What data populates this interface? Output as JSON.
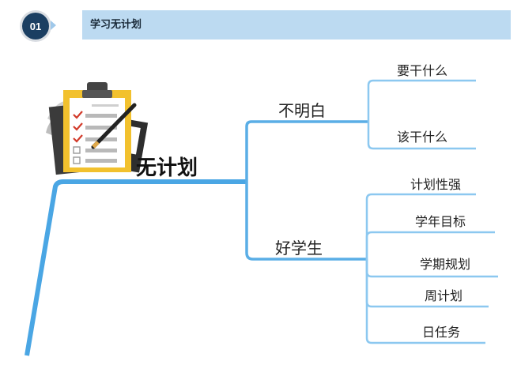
{
  "header": {
    "number": "01",
    "title": "学习无计划"
  },
  "mindmap": {
    "root": "无计划",
    "branches": [
      {
        "label": "不明白",
        "children": [
          "要干什么",
          "该干什么"
        ]
      },
      {
        "label": "好学生",
        "children": [
          "计划性强",
          "学年目标",
          "学期规划",
          "周计划",
          "日任务"
        ]
      }
    ]
  },
  "colors": {
    "branch_line": "#5aaee6",
    "leaf_line": "#8cc8f0",
    "header_bar": "#bcdaf1",
    "header_circle": "#1b3f62"
  },
  "icons": [
    "clipboard-checklist-icon"
  ]
}
